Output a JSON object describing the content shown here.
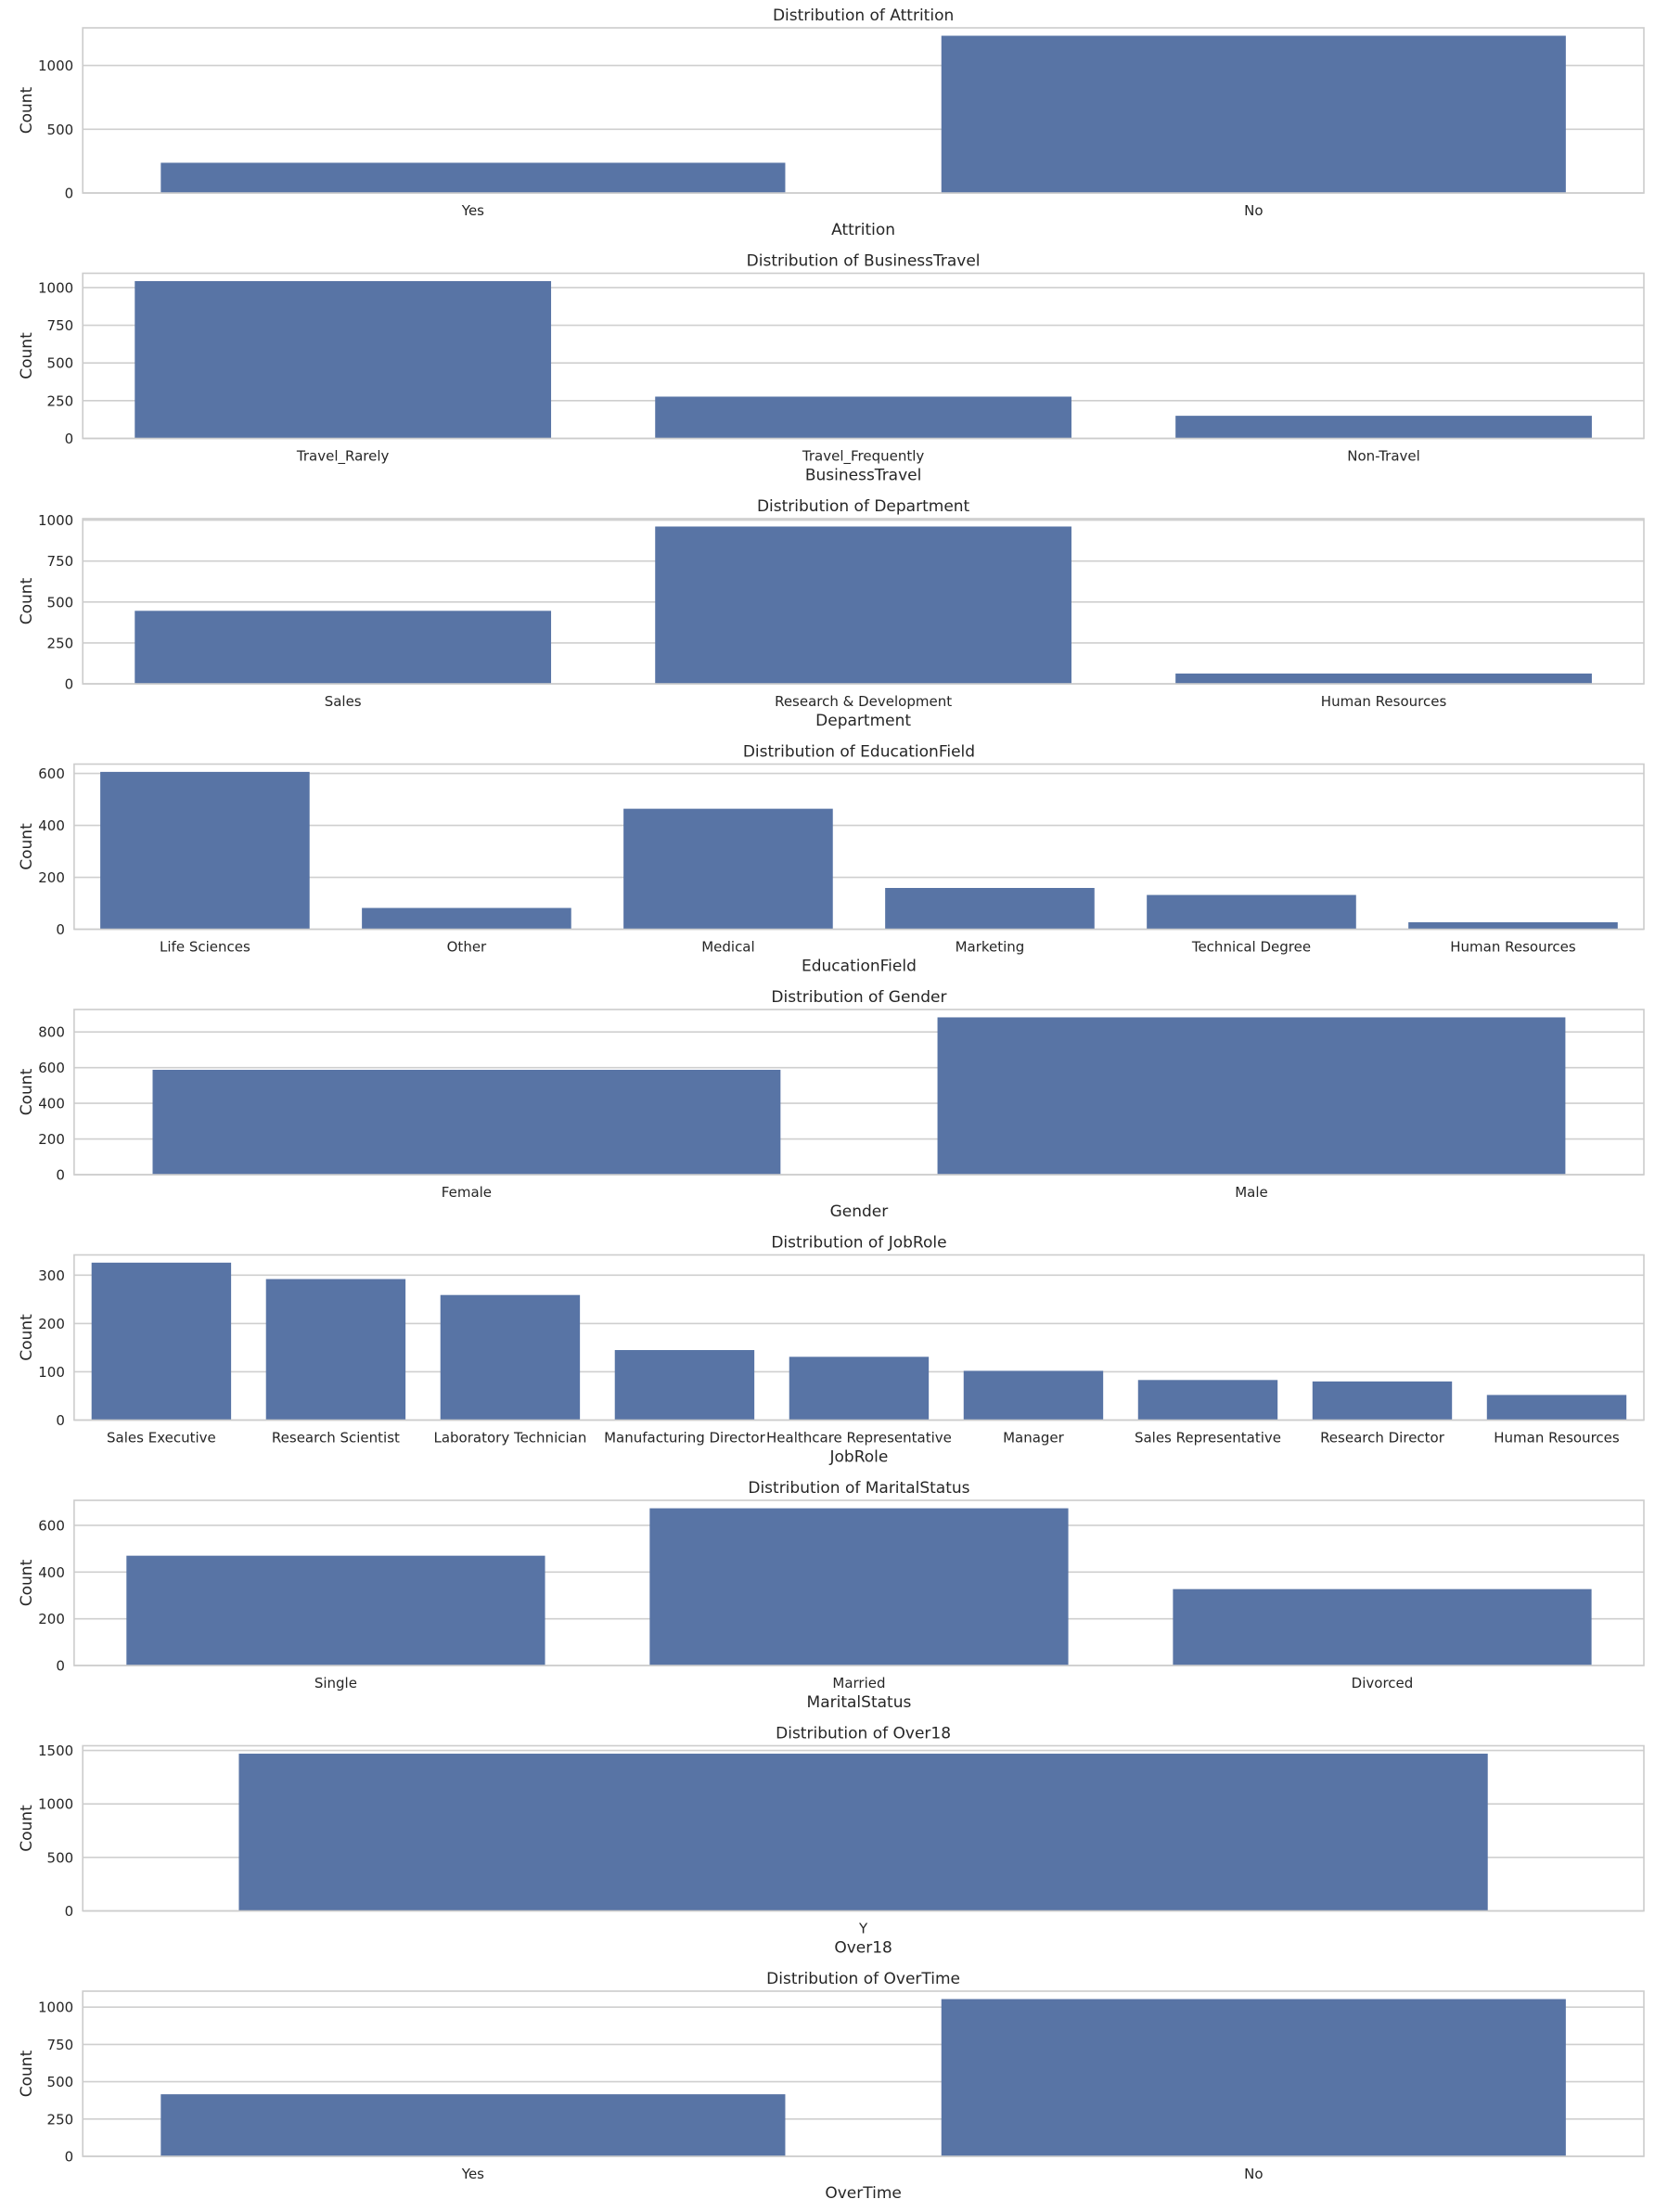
{
  "colors": {
    "bar": "#5874a5",
    "grid": "#cfcfcf",
    "frame": "#cccccc",
    "text": "#262626",
    "background": "#ffffff"
  },
  "chart_data": [
    {
      "type": "bar",
      "title": "Distribution of Attrition",
      "xlabel": "Attrition",
      "ylabel": "Count",
      "categories": [
        "Yes",
        "No"
      ],
      "values": [
        237,
        1233
      ],
      "ylim": [
        0,
        1295
      ],
      "yticks": [
        0,
        500,
        1000
      ],
      "grid": true
    },
    {
      "type": "bar",
      "title": "Distribution of BusinessTravel",
      "xlabel": "BusinessTravel",
      "ylabel": "Count",
      "categories": [
        "Travel_Rarely",
        "Travel_Frequently",
        "Non-Travel"
      ],
      "values": [
        1043,
        277,
        150
      ],
      "ylim": [
        0,
        1095
      ],
      "yticks": [
        0,
        250,
        500,
        750,
        1000
      ],
      "grid": true
    },
    {
      "type": "bar",
      "title": "Distribution of Department",
      "xlabel": "Department",
      "ylabel": "Count",
      "categories": [
        "Sales",
        "Research & Development",
        "Human Resources"
      ],
      "values": [
        446,
        961,
        63
      ],
      "ylim": [
        0,
        1009
      ],
      "yticks": [
        0,
        250,
        500,
        750,
        1000
      ],
      "grid": true
    },
    {
      "type": "bar",
      "title": "Distribution of EducationField",
      "xlabel": "EducationField",
      "ylabel": "Count",
      "categories": [
        "Life Sciences",
        "Other",
        "Medical",
        "Marketing",
        "Technical Degree",
        "Human Resources"
      ],
      "values": [
        606,
        82,
        464,
        159,
        132,
        27
      ],
      "ylim": [
        0,
        636
      ],
      "yticks": [
        0,
        200,
        400,
        600
      ],
      "grid": true
    },
    {
      "type": "bar",
      "title": "Distribution of Gender",
      "xlabel": "Gender",
      "ylabel": "Count",
      "categories": [
        "Female",
        "Male"
      ],
      "values": [
        588,
        882
      ],
      "ylim": [
        0,
        926
      ],
      "yticks": [
        0,
        200,
        400,
        600,
        800
      ],
      "grid": true
    },
    {
      "type": "bar",
      "title": "Distribution of JobRole",
      "xlabel": "JobRole",
      "ylabel": "Count",
      "categories": [
        "Sales Executive",
        "Research Scientist",
        "Laboratory Technician",
        "Manufacturing Director",
        "Healthcare Representative",
        "Manager",
        "Sales Representative",
        "Research Director",
        "Human Resources"
      ],
      "values": [
        326,
        292,
        259,
        145,
        131,
        102,
        83,
        80,
        52
      ],
      "ylim": [
        0,
        342
      ],
      "yticks": [
        0,
        100,
        200,
        300
      ],
      "grid": true
    },
    {
      "type": "bar",
      "title": "Distribution of MaritalStatus",
      "xlabel": "MaritalStatus",
      "ylabel": "Count",
      "categories": [
        "Single",
        "Married",
        "Divorced"
      ],
      "values": [
        470,
        673,
        327
      ],
      "ylim": [
        0,
        707
      ],
      "yticks": [
        0,
        200,
        400,
        600
      ],
      "grid": true
    },
    {
      "type": "bar",
      "title": "Distribution of Over18",
      "xlabel": "Over18",
      "ylabel": "Count",
      "categories": [
        "Y"
      ],
      "values": [
        1470
      ],
      "ylim": [
        0,
        1544
      ],
      "yticks": [
        0,
        500,
        1000,
        1500
      ],
      "grid": true
    },
    {
      "type": "bar",
      "title": "Distribution of OverTime",
      "xlabel": "OverTime",
      "ylabel": "Count",
      "categories": [
        "Yes",
        "No"
      ],
      "values": [
        416,
        1054
      ],
      "ylim": [
        0,
        1107
      ],
      "yticks": [
        0,
        250,
        500,
        750,
        1000
      ],
      "grid": true
    }
  ]
}
